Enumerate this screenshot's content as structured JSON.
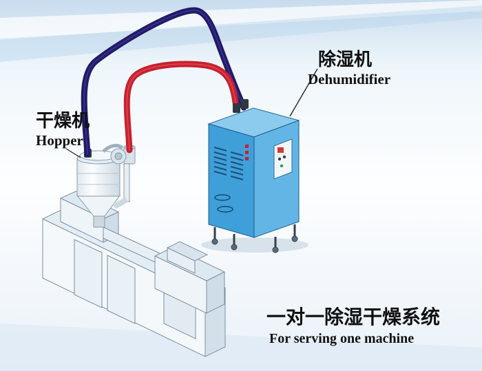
{
  "diagram": {
    "type": "equipment-schematic",
    "caption": {
      "zh": "一对一除湿干燥系统",
      "en": "For serving one machine"
    },
    "labels": {
      "hopper": {
        "zh": "干燥机",
        "en": "Hopper"
      },
      "dehumidifier": {
        "zh": "除湿机",
        "en": "Dehumidifier"
      }
    },
    "components": [
      "dehumidifier-cabinet",
      "hopper-dryer",
      "blower-unit",
      "extruder-machine",
      "supply-pipe-navy",
      "return-pipe-red"
    ],
    "colors": {
      "pipe_navy": "#211a66",
      "pipe_red": "#c8202e",
      "cabinet_front": "#3f9fd8",
      "cabinet_side": "#63b5e5",
      "cabinet_top": "#8ccbee",
      "machine_white": "#f2f7fa",
      "background_blue": "#cfe2f1"
    }
  }
}
